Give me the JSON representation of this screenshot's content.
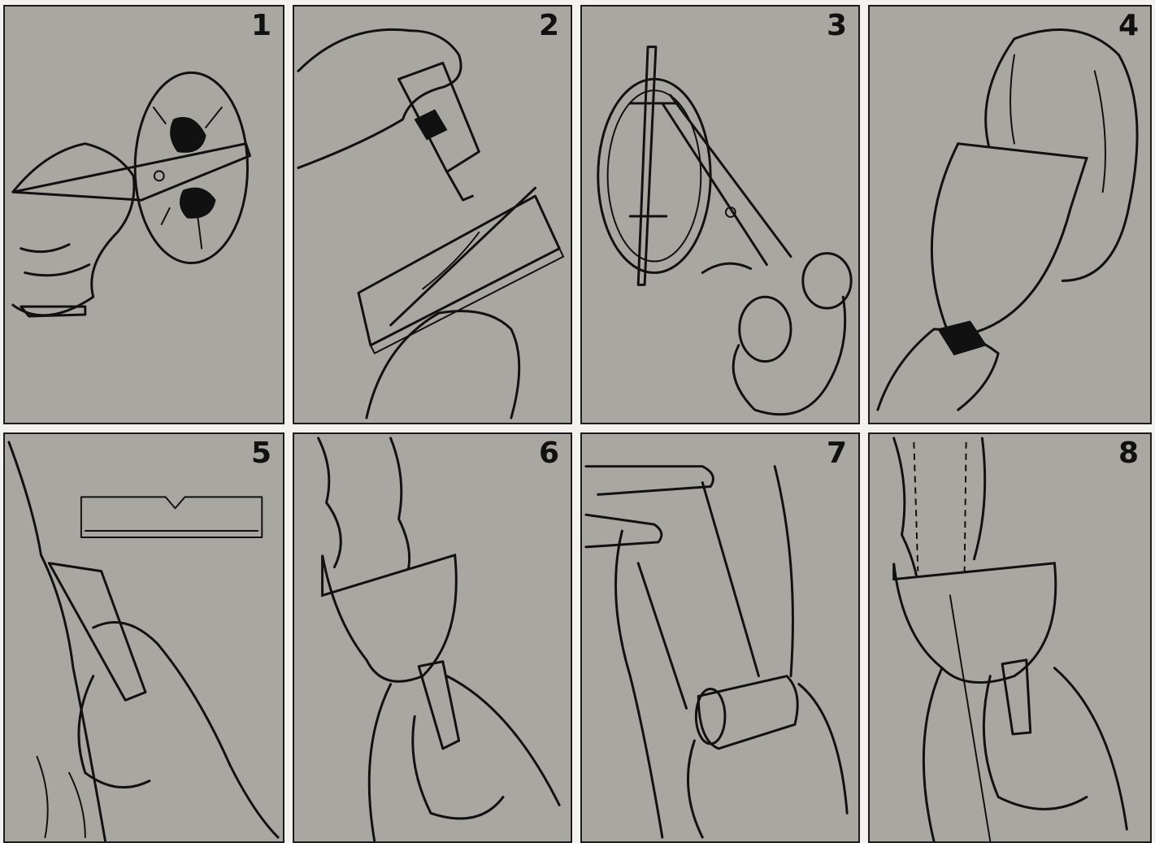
{
  "panels": [
    {
      "number": "1",
      "icon": "saw-cutting-burl-icon"
    },
    {
      "number": "2",
      "icon": "glue-bottle-on-blank-icon"
    },
    {
      "number": "3",
      "icon": "compass-and-scissors-icon"
    },
    {
      "number": "4",
      "icon": "pattern-on-burl-icon"
    },
    {
      "number": "5",
      "icon": "knife-carving-edge-icon"
    },
    {
      "number": "6",
      "icon": "scraper-shaping-icon"
    },
    {
      "number": "7",
      "icon": "sanding-drum-icon"
    },
    {
      "number": "8",
      "icon": "finished-shape-icon"
    }
  ],
  "colors": {
    "panel_bg": "#a9a7a1",
    "ink": "#111111",
    "page_bg": "#f4f2ee"
  }
}
